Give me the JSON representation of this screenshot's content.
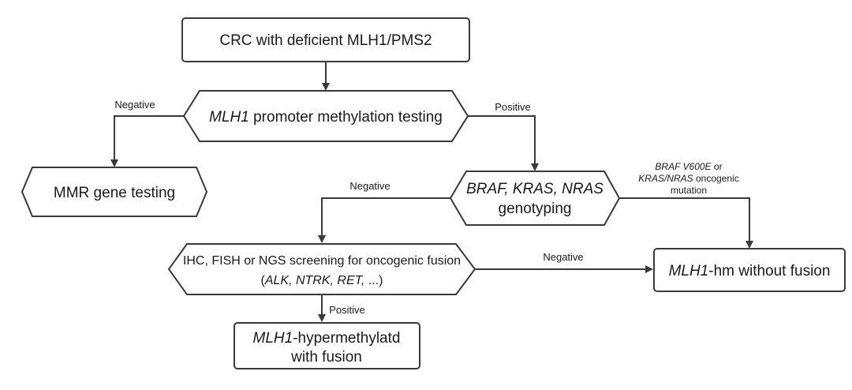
{
  "nodes": {
    "start": {
      "text": "CRC with deficient MLH1/PMS2"
    },
    "methylation": {
      "italic": "MLH1",
      "text": " promoter methylation testing"
    },
    "mmr": {
      "text": "MMR gene testing"
    },
    "genotyping": {
      "italic": "BRAF, KRAS, NRAS",
      "line2": "genotyping"
    },
    "screening": {
      "line1": "IHC, FISH or NGS screening for oncogenic fusion",
      "line2_open": "(",
      "line2_italic": "ALK, NTRK, RET,",
      "line2_close": " ...)"
    },
    "without_fusion": {
      "italic": "MLH1",
      "text": "-hm without fusion"
    },
    "with_fusion": {
      "italic": "MLH1",
      "text": "-hypermethylatd",
      "line2": "with fusion"
    }
  },
  "edge_labels": {
    "methylation_negative": "Negative",
    "methylation_positive": "Positive",
    "genotyping_negative": "Negative",
    "mutation": {
      "line1_italic": "BRAF V600E",
      "line1_rest": " or",
      "line2_italic": "KRAS/NRAS",
      "line2_rest": " oncogenic",
      "line3": "mutation"
    },
    "screening_negative": "Negative",
    "screening_positive": "Positive"
  }
}
